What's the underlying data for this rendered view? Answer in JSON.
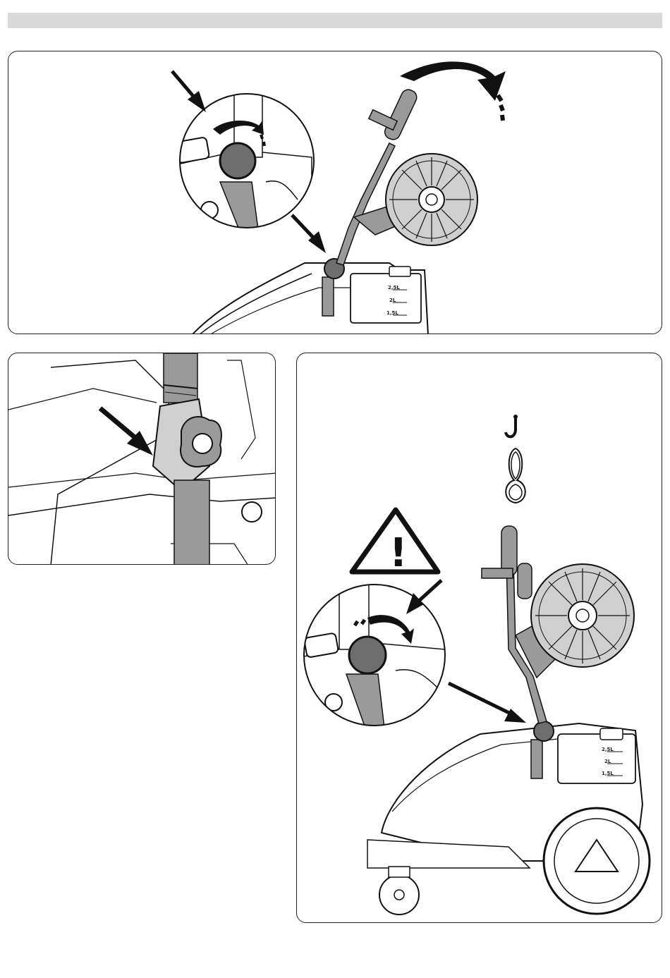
{
  "page": {
    "header_bar_color": "#d9d9d9",
    "panel_border_color": "#222222",
    "knob_color": "#6e6e6e",
    "arm_color": "#9a9a9a"
  },
  "figures": {
    "top": {
      "gauge_labels": [
        "2,5L",
        "2L",
        "1,5L"
      ]
    },
    "left": {},
    "right": {
      "gauge_labels": [
        "2,5L",
        "2L",
        "1,5L"
      ],
      "warning_symbol": "!"
    }
  },
  "icons": [
    "arrow-icon",
    "rotate-arrow-icon",
    "warning-triangle-icon",
    "crane-hook-icon",
    "knob-icon"
  ]
}
